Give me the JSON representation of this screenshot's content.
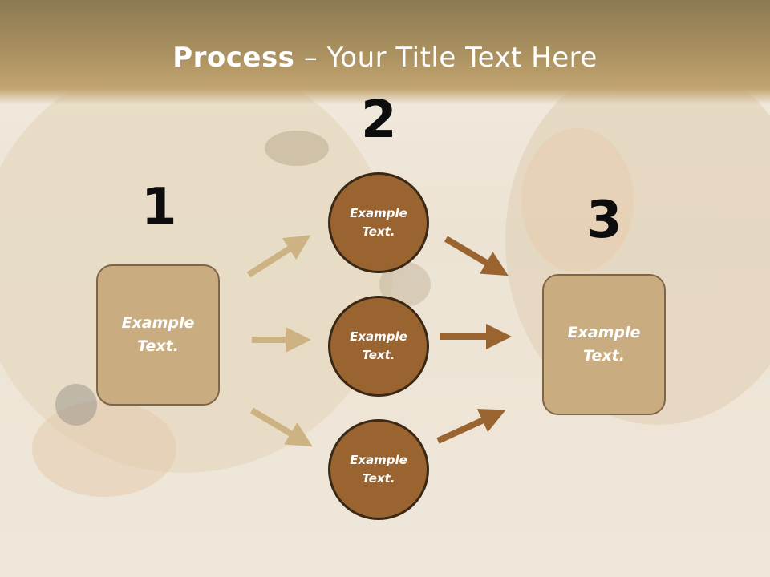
{
  "title": {
    "bold": "Process",
    "rest": " – Your Title Text Here"
  },
  "numbers": {
    "one": "1",
    "two": "2",
    "three": "3"
  },
  "left_box": {
    "line1": "Example",
    "line2": "Text."
  },
  "right_box": {
    "line1": "Example",
    "line2": "Text."
  },
  "circles": [
    {
      "line1": "Example",
      "line2": "Text."
    },
    {
      "line1": "Example",
      "line2": "Text."
    },
    {
      "line1": "Example",
      "line2": "Text."
    }
  ],
  "colors": {
    "box": "#c9ad80",
    "circle": "#9a6430",
    "arrow_light": "#cdb384",
    "arrow_dark": "#9a6430",
    "header": "#a9905f"
  }
}
